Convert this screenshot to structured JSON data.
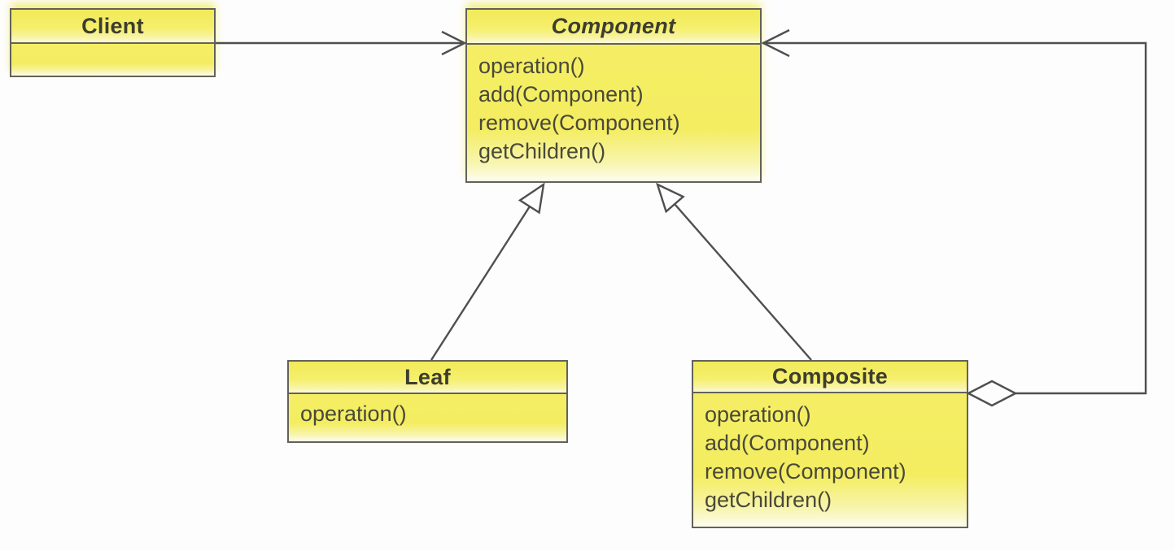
{
  "classes": {
    "client": {
      "name": "Client",
      "abstract": false,
      "methods": []
    },
    "component": {
      "name": "Component",
      "abstract": true,
      "methods": [
        "operation()",
        "add(Component)",
        "remove(Component)",
        "getChildren()"
      ]
    },
    "leaf": {
      "name": "Leaf",
      "abstract": false,
      "methods": [
        "operation()"
      ]
    },
    "composite": {
      "name": "Composite",
      "abstract": false,
      "methods": [
        "operation()",
        "add(Component)",
        "remove(Component)",
        "getChildren()"
      ]
    }
  },
  "relationships": [
    {
      "type": "association",
      "from": "Client",
      "to": "Component",
      "head": "open-arrow"
    },
    {
      "type": "generalization",
      "from": "Leaf",
      "to": "Component",
      "head": "hollow-triangle"
    },
    {
      "type": "generalization",
      "from": "Composite",
      "to": "Component",
      "head": "hollow-triangle"
    },
    {
      "type": "aggregation",
      "from": "Composite",
      "to": "Component",
      "head": "open-arrow",
      "tail": "hollow-diamond"
    }
  ],
  "colors": {
    "box_fill": "#f5ee64",
    "box_border": "#62625a",
    "connector_line": "#4f4f4f",
    "title_text": "#3d3d2f",
    "method_text": "#49493a",
    "background": "#fdfdfd"
  }
}
